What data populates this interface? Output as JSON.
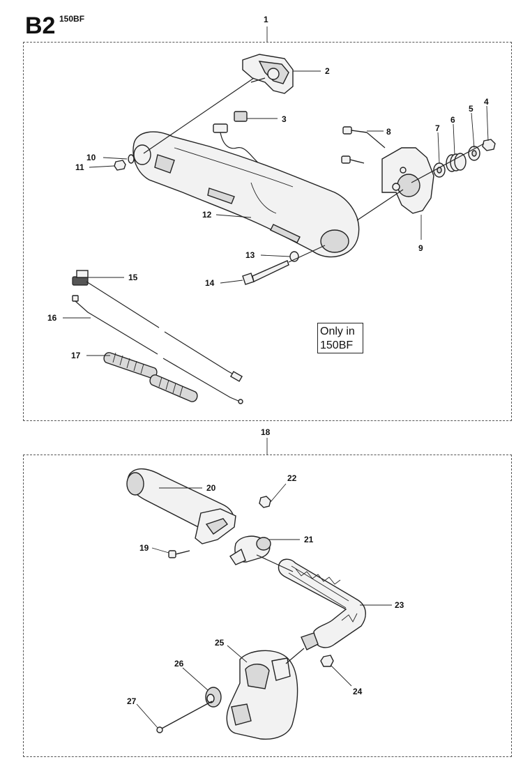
{
  "page": {
    "title": "B2",
    "subtitle": "150BF",
    "note_lines": [
      "Only in",
      "150BF"
    ]
  },
  "groups": [
    {
      "label": "1"
    },
    {
      "label": "18"
    }
  ],
  "callouts": [
    "2",
    "3",
    "4",
    "5",
    "6",
    "7",
    "8",
    "9",
    "10",
    "11",
    "12",
    "13",
    "14",
    "15",
    "16",
    "17",
    "19",
    "20",
    "21",
    "22",
    "23",
    "24",
    "25",
    "26",
    "27"
  ]
}
